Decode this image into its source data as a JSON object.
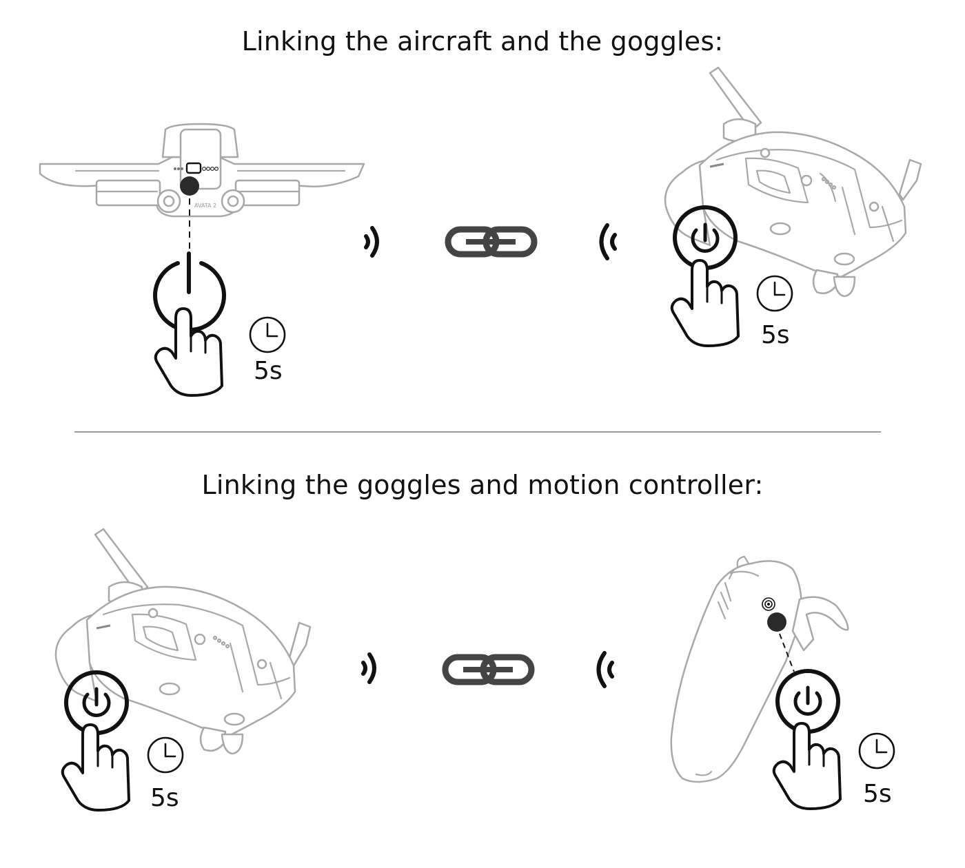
{
  "headings": {
    "top": "Linking the aircraft and the goggles:",
    "bottom": "Linking  the goggles and motion controller:"
  },
  "aircraft": {
    "model_text": "AVATA 2"
  },
  "timers": {
    "aircraft": "5s",
    "goggles_top": "5s",
    "goggles_bottom": "5s",
    "controller": "5s"
  },
  "colors": {
    "outline": "#a8a8a8",
    "ink": "#111111",
    "link": "#444444",
    "rule": "#9c9c9c"
  }
}
